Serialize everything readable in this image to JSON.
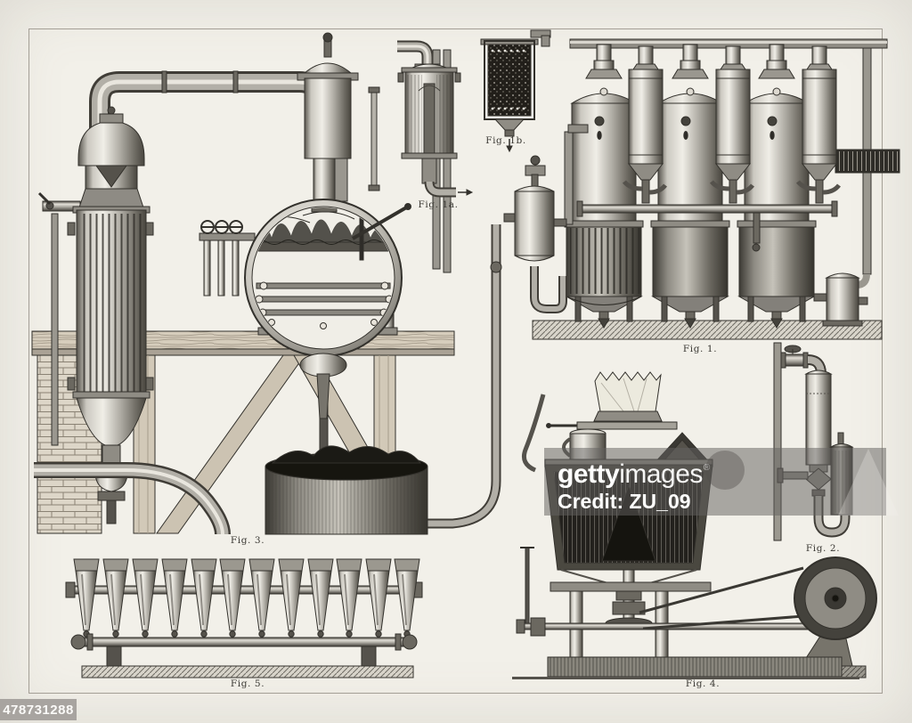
{
  "figures": {
    "fig1": {
      "caption": "Fig. 1."
    },
    "fig1a": {
      "caption": "Fig. 1a."
    },
    "fig1b": {
      "caption": "Fig. 1b."
    },
    "fig2": {
      "caption": "Fig. 2."
    },
    "fig3": {
      "caption": "Fig. 3."
    },
    "fig4": {
      "caption": "Fig. 4."
    },
    "fig5": {
      "caption": "Fig. 5."
    }
  },
  "watermark": {
    "brand_bold": "getty",
    "brand_regular": "images",
    "registered": "®",
    "credit": "Credit: ZU_09"
  },
  "footer": {
    "image_id": "478731288"
  },
  "colors": {
    "paper": "#f2f0e9",
    "ink": "#33312c",
    "watermark_band": "rgba(100,98,95,0.52)",
    "id_bar": "#a8a4a0"
  }
}
